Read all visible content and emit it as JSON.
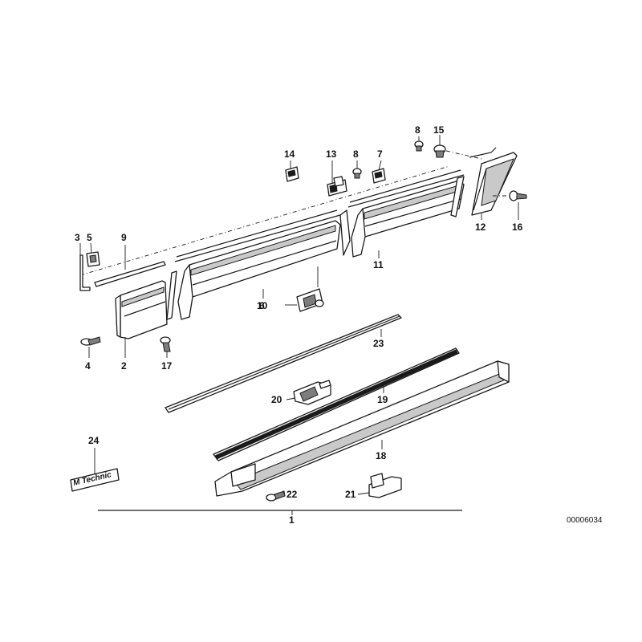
{
  "diagram": {
    "callouts": {
      "c1": "1",
      "c2": "2",
      "c3": "3",
      "c4": "4",
      "c5": "5",
      "c6": "6",
      "c7": "7",
      "c8a": "8",
      "c8b": "8",
      "c9": "9",
      "c10": "10",
      "c11": "11",
      "c12": "12",
      "c13": "13",
      "c14": "14",
      "c15": "15",
      "c16": "16",
      "c17": "17",
      "c18": "18",
      "c19": "19",
      "c20": "20",
      "c21": "21",
      "c22": "22",
      "c23": "23",
      "c24": "24"
    },
    "badge_text": "M Technic",
    "reference_number": "00006034"
  }
}
